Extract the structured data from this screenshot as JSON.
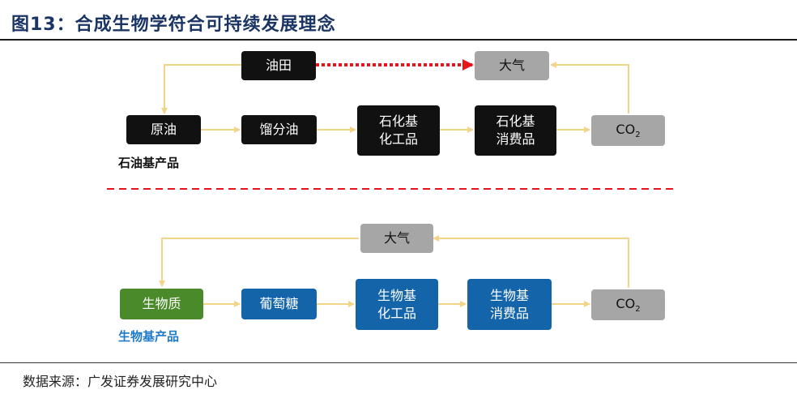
{
  "title": "图13：合成生物学符合可持续发展理念",
  "source": "数据来源：广发证券发展研究中心",
  "petro": {
    "oilfield": "油田",
    "atmosphere": "大气",
    "crude": "原油",
    "distillate": "馏分油",
    "chem": [
      "石化基",
      "化工品"
    ],
    "consumer": [
      "石化基",
      "消费品"
    ],
    "co2_main": "CO",
    "co2_sub": "2",
    "caption": "石油基产品"
  },
  "bio": {
    "atmosphere": "大气",
    "biomass": "生物质",
    "glucose": "葡萄糖",
    "chem": [
      "生物基",
      "化工品"
    ],
    "consumer": [
      "生物基",
      "消费品"
    ],
    "co2_main": "CO",
    "co2_sub": "2",
    "caption": "生物基产品"
  },
  "colors": {
    "arrow": "#f2d488",
    "dotted_arrow": "#e8141c",
    "divider": "#e8141c",
    "dark_box": "#111111",
    "gray_box": "#a6a6a6",
    "green_box": "#4a8a2a",
    "blue_box": "#1364a8"
  }
}
